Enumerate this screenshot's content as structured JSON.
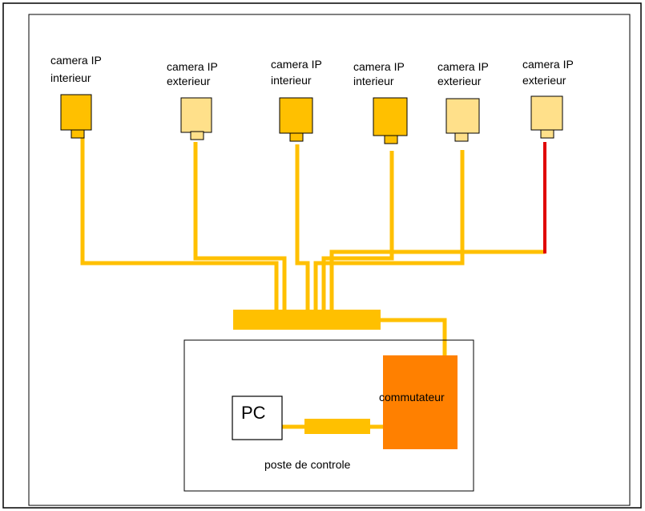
{
  "cameras": [
    {
      "line1": "camera IP",
      "line2": "interieur",
      "type": "interieur"
    },
    {
      "line1": "camera IP",
      "line2": "exterieur",
      "type": "exterieur"
    },
    {
      "line1": "camera IP",
      "line2": "interieur",
      "type": "interieur"
    },
    {
      "line1": "camera IP",
      "line2": "interieur",
      "type": "interieur"
    },
    {
      "line1": "camera IP",
      "line2": "exterieur",
      "type": "exterieur"
    },
    {
      "line1": "camera IP",
      "line2": "exterieur",
      "type": "exterieur"
    }
  ],
  "pc_label": "PC",
  "switch_label": "commutateur",
  "control_room_label": "poste de controle",
  "colors": {
    "cable": "#FFC000",
    "cable_highlight": "#E00000",
    "camera_interieur": "#FFC000",
    "camera_exterieur": "#FFE08A",
    "switch": "#FF8000",
    "outline": "#000000"
  }
}
